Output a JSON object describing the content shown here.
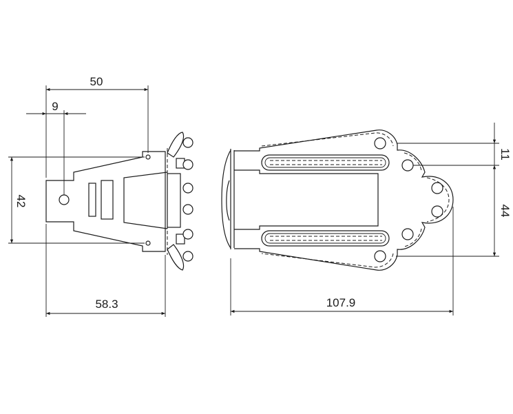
{
  "drawing": {
    "side_view": {
      "dimensions": {
        "overall_width_label": "50",
        "hole_offset_label": "9",
        "height_label": "42",
        "depth_label": "58.3"
      }
    },
    "front_view": {
      "dimensions": {
        "hole_pitch_small_label": "11",
        "hole_pitch_large_label": "44",
        "length_label": "107.9"
      }
    },
    "line_color": "#1a1a1a"
  }
}
